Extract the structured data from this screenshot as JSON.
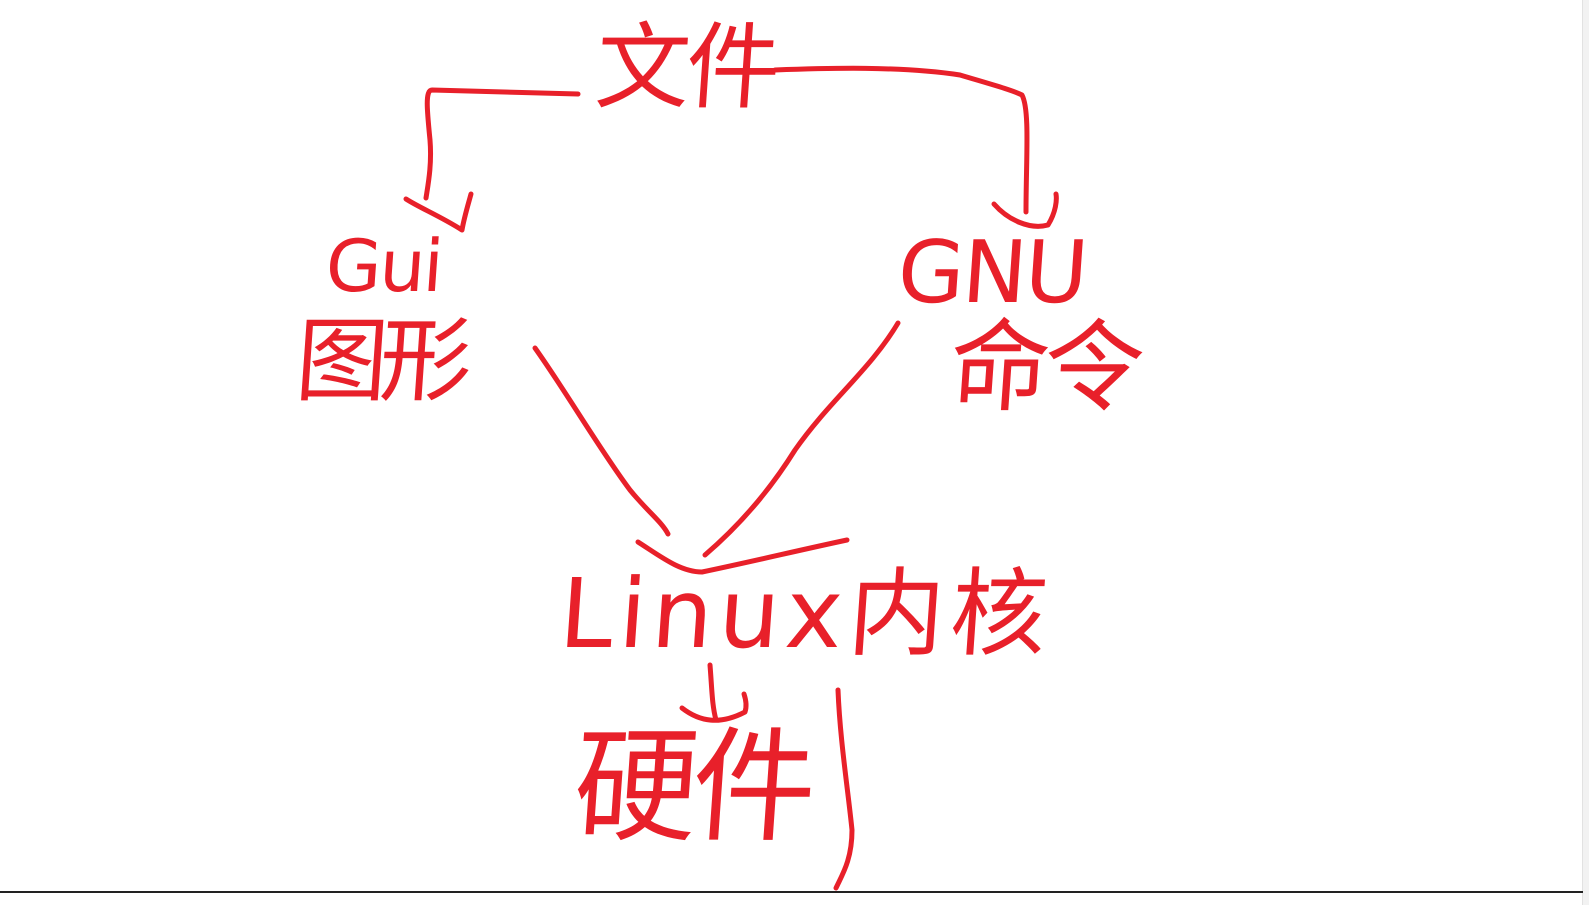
{
  "colors": {
    "ink": "#e8202a",
    "background": "#ffffff"
  },
  "nodes": {
    "file": "文件",
    "gui": "Gui",
    "gui_cn": "图形",
    "gnu": "GNU",
    "gnu_cn": "命令",
    "kernel": "Linux内核",
    "hardware": "硬件"
  }
}
